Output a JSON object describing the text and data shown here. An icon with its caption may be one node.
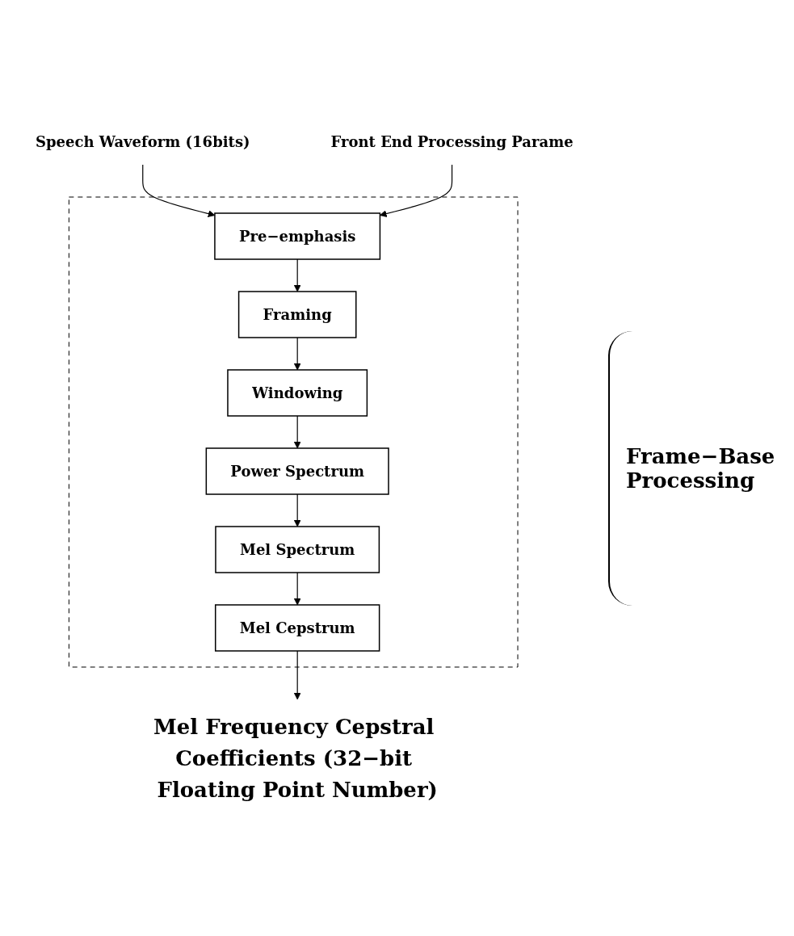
{
  "diagram": {
    "nodes": [
      {
        "text": [
          "Speech Waveform (16bits)"
        ]
      },
      {
        "text": [
          "Front End Processing Parame"
        ]
      },
      {
        "text": [],
        "shape": "box"
      },
      {
        "text": [
          "Pre−emphasis"
        ],
        "in": 2
      },
      {
        "text": [
          "Framing"
        ],
        "in": 2
      },
      {
        "text": [
          "Windowing"
        ],
        "in": 2
      },
      {
        "text": [
          "Power Spectrum"
        ],
        "in": 2
      },
      {
        "text": [
          "Mel Spectrum"
        ],
        "in": 2
      },
      {
        "text": [
          "Mel Cepstrum"
        ],
        "in": 2
      },
      {
        "text": [
          "Mel Frequency Cepstral Coefficients (32−bit Floating Point Number)"
        ]
      }
    ],
    "edges": [
      {
        "from": 0,
        "to": 3,
        "arrow": "to"
      },
      {
        "from": 1,
        "to": 3,
        "arrow": "to"
      },
      {
        "from": 3,
        "to": 4,
        "arrow": "to"
      },
      {
        "from": 4,
        "to": 5,
        "arrow": "to"
      },
      {
        "from": 5,
        "to": 6,
        "arrow": "to"
      },
      {
        "from": 6,
        "to": 7,
        "arrow": "to"
      },
      {
        "from": 7,
        "to": 8,
        "arrow": "to"
      },
      {
        "from": 8,
        "to": 9,
        "arrow": "to"
      }
    ],
    "labels": [
      "Frame−Base Processing"
    ]
  }
}
